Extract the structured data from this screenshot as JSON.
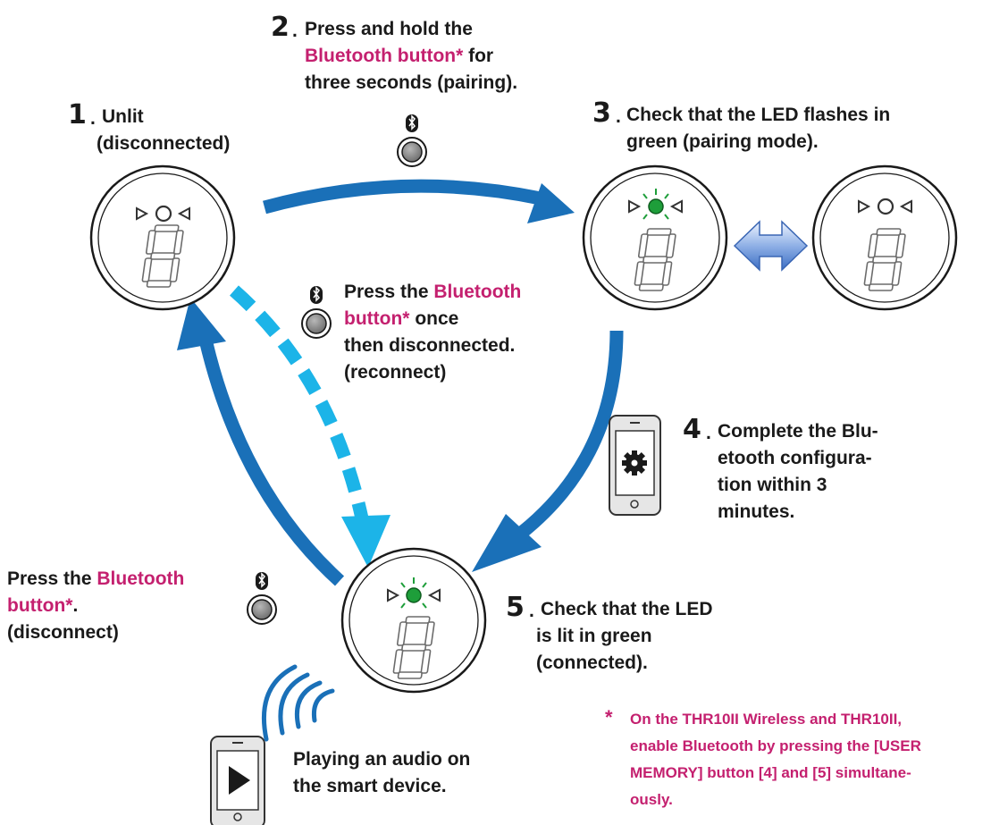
{
  "steps": [
    {
      "num": "1",
      "lines": [
        "Unlit",
        "(disconnected)"
      ]
    },
    {
      "num": "2",
      "lines": [
        "Press and hold  the"
      ],
      "link": "Bluetooth button*",
      "suffix": " for",
      "last": "three seconds (pairing)."
    },
    {
      "num": "3",
      "lines": [
        "Check that the LED flashes in",
        "green (pairing mode)."
      ]
    },
    {
      "num": "4",
      "lines": [
        "Complete the Blu-",
        "etooth configura-",
        "tion within 3",
        "minutes."
      ]
    },
    {
      "num": "5",
      "lines": [
        "Check that the LED",
        "is lit  in green",
        "(connected)."
      ]
    }
  ],
  "reconnect": {
    "prefix": "Press the ",
    "link1": "Bluetooth",
    "link2": "button*",
    "suffix": " once",
    "line3": "then disconnected.",
    "line4": "(reconnect)"
  },
  "disconnect": {
    "prefix": "Press the ",
    "link1": "Bluetooth",
    "link2": "button*",
    "suffix": ".",
    "line3": "(disconnect)"
  },
  "playing": {
    "line1": "Playing an audio on",
    "line2": "the smart device."
  },
  "footnote": {
    "mark": "*",
    "lines": [
      "On the THR10II Wireless and THR10II,",
      "enable Bluetooth by pressing the [USER",
      "MEMORY] button [4] and [5] simultane-",
      "ously."
    ]
  },
  "colors": {
    "arrow_dark": "#1a70b8",
    "arrow_dashed": "#1cb4e8",
    "accent": "#c4206f",
    "led_green": "#1e9e3a"
  },
  "icons": [
    "bluetooth-icon",
    "gear-icon",
    "play-icon",
    "wireless-waves-icon",
    "seven-segment-display-icon"
  ]
}
